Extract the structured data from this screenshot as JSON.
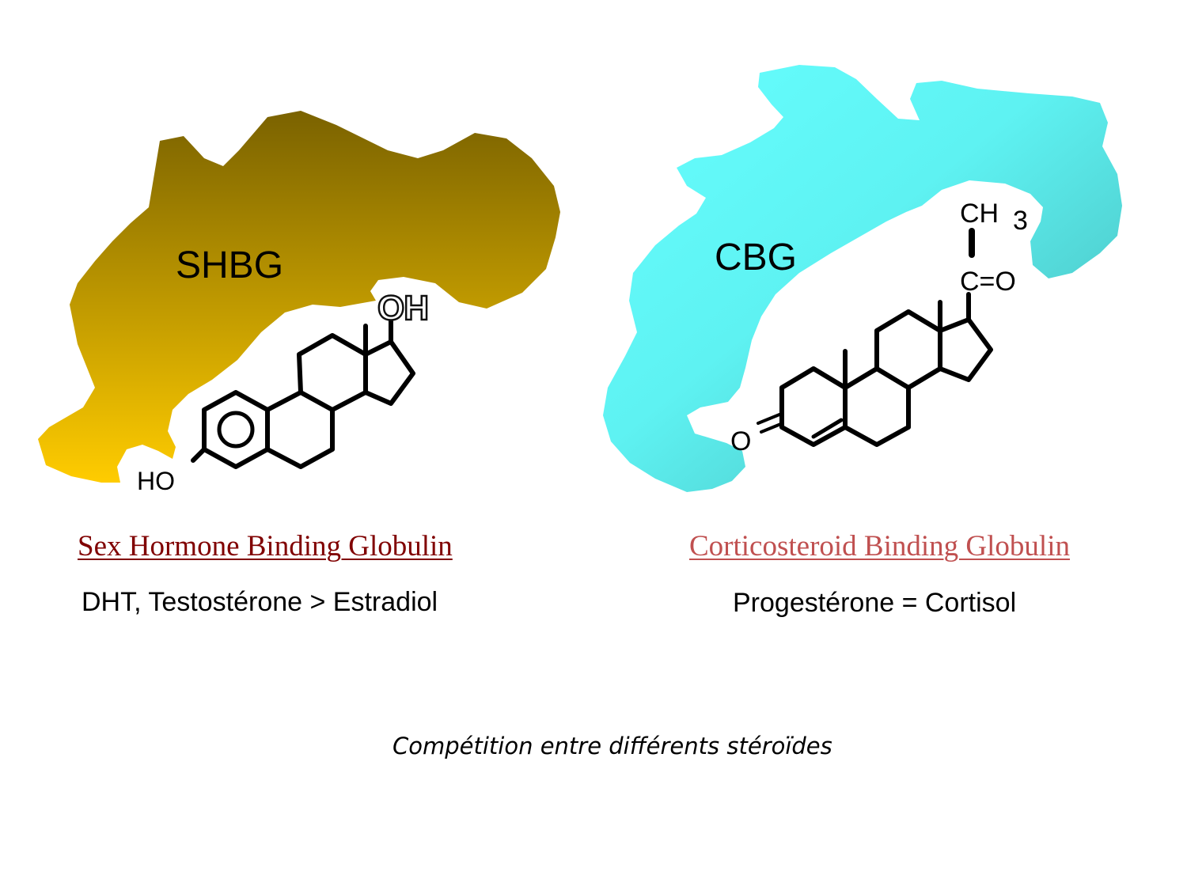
{
  "colors": {
    "shbg_top": "#7a6200",
    "shbg_bottom": "#ffcc00",
    "cbg_light": "#66ffff",
    "cbg_dark": "#44b4b4",
    "shbg_link": "#800000",
    "cbg_link": "#c05050",
    "bond": "#000000"
  },
  "shbg": {
    "abbr": "SHBG",
    "full_name": "Sex Hormone Binding Globulin",
    "affinity": "DHT, Testostérone > Estradiol",
    "ligand": {
      "oh_label": "OH",
      "ho_label": "HO"
    }
  },
  "cbg": {
    "abbr": "CBG",
    "full_name": "Corticosteroid Binding Globulin",
    "affinity": "Progestérone = Cortisol",
    "ligand": {
      "ch_label": "CH",
      "ch_sub": "3",
      "co_label": "C=O",
      "o_label": "O"
    }
  },
  "caption": "Compétition entre différents stéroïdes"
}
